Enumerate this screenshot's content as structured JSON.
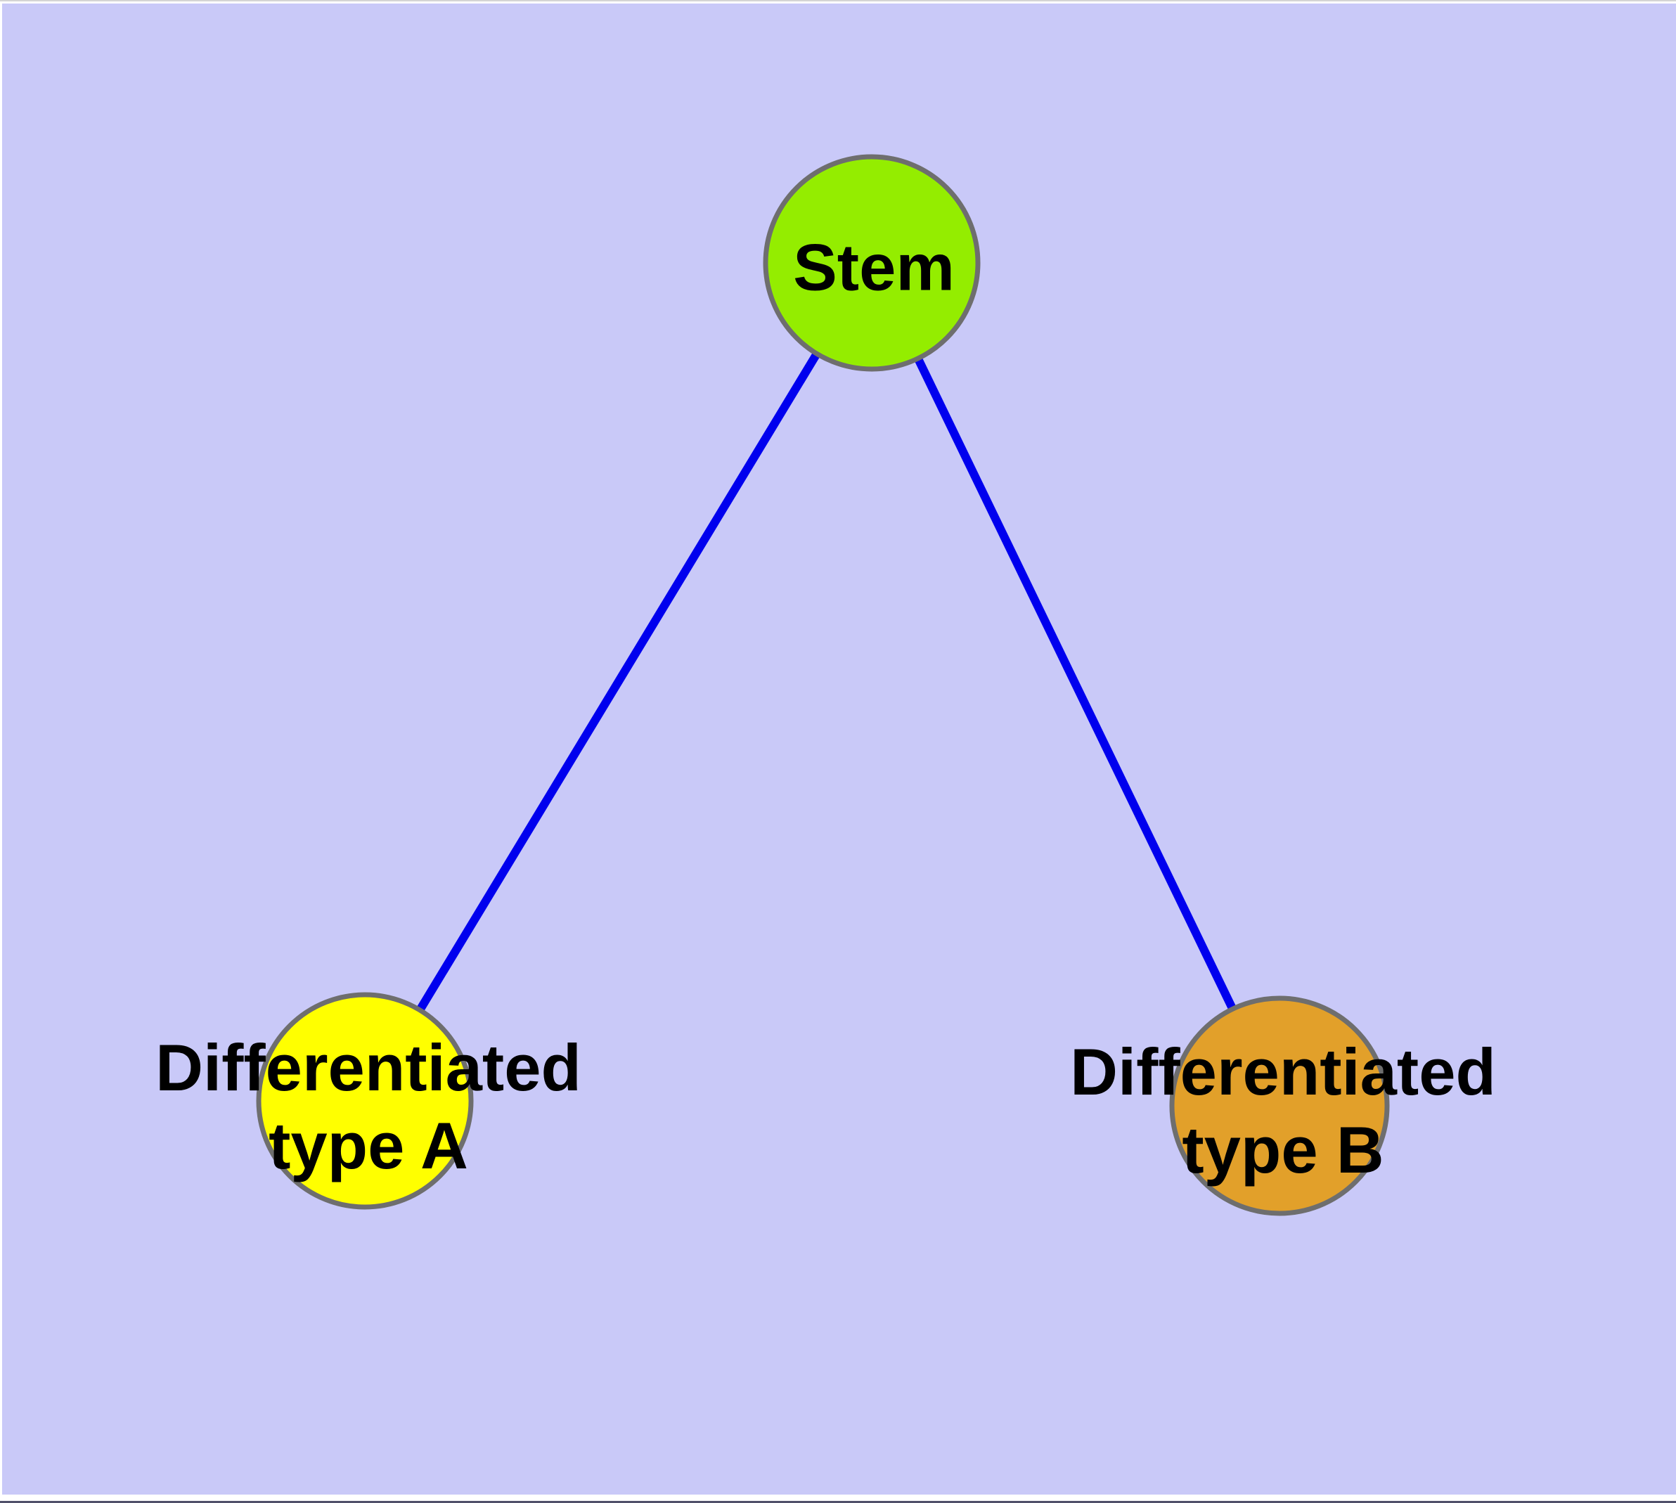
{
  "diagram": {
    "type": "node-link-graph",
    "nodes": {
      "stem": {
        "label": "Stem"
      },
      "type_a": {
        "label_line1": "Differentiated",
        "label_line2": "type A",
        "full_label": "Differentiated type A"
      },
      "type_b": {
        "label_line1": "Differentiated",
        "label_line2": "type B",
        "full_label": "Differentiated type B"
      }
    },
    "edges": [
      {
        "from": "Stem",
        "to": "Differentiated type A"
      },
      {
        "from": "Stem",
        "to": "Differentiated type B"
      }
    ]
  },
  "colors": {
    "canvas_bg": "#c9c9f8",
    "edge": "#0000ee",
    "node_border": "#6e6e6e",
    "label_text": "#000000",
    "stem_fill": "#94ed00",
    "type_a_fill": "#ffff00",
    "type_b_fill": "#e2a02a"
  }
}
